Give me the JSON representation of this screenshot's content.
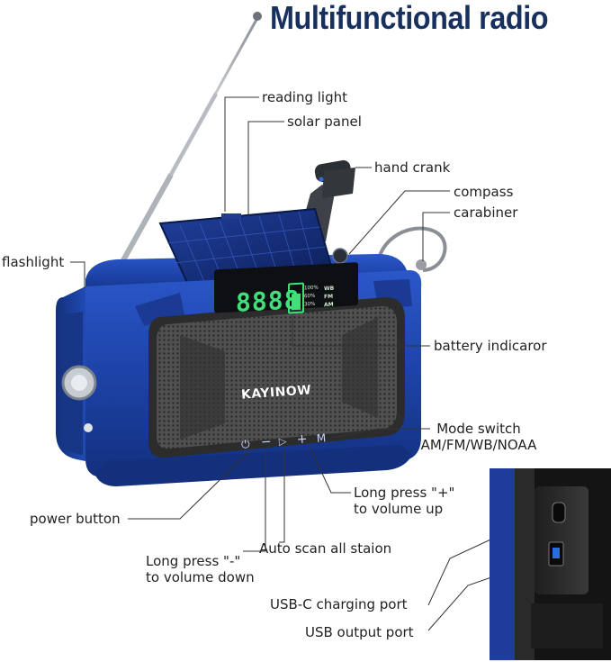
{
  "title": "Multifunctional radio",
  "brand": "KAYINOW",
  "display": {
    "digits": "8888",
    "levels": [
      "100%",
      "60%",
      "30%"
    ],
    "bands": [
      "WB",
      "FM",
      "AM"
    ]
  },
  "labels": {
    "reading_light": "reading light",
    "solar_panel": "solar panel",
    "hand_crank": "hand crank",
    "compass": "compass",
    "carabiner": "carabiner",
    "flashlight": "flashlight",
    "battery_indicator": "battery indicaror",
    "mode_switch_line1": "Mode switch",
    "mode_switch_line2": "AM/FM/WB/NOAA",
    "long_press_plus_line1": "Long press \"+\"",
    "long_press_plus_line2": "to volume up",
    "power_button": "power button",
    "long_press_minus_line1": "Long press \"-\"",
    "long_press_minus_line2": "to volume down",
    "auto_scan": "Auto scan all staion",
    "usb_c_port": "USB-C charging port",
    "usb_output_port": "USB output port"
  },
  "colors": {
    "title": "#17305e",
    "body_blue": "#1c3f9c",
    "speaker_grey": "#4a4a4a",
    "display_green": "#3fe07a"
  },
  "icons": [
    "power-icon",
    "minus-icon",
    "play-icon",
    "plus-icon",
    "mode-icon"
  ]
}
